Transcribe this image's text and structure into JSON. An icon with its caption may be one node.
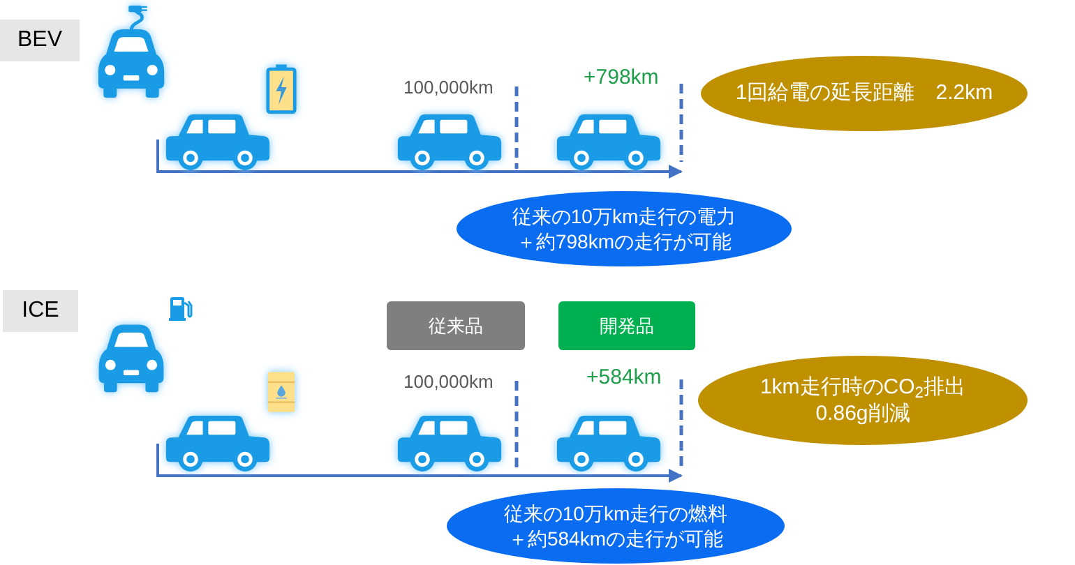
{
  "diagram": {
    "nodes": [
      {
        "text": [
          "BEV"
        ]
      },
      {
        "text": [
          "1回給電の延長距離　2.2km"
        ]
      },
      {
        "text": [
          "従来の10万km走行の電力＋約798kmの走行が可能"
        ]
      },
      {
        "text": [
          "ICE"
        ]
      },
      {
        "text": [
          "従来品"
        ]
      },
      {
        "text": [
          "開発品"
        ]
      },
      {
        "text": [
          "1km走行時のCO$_{2}$排出0.86g削減"
        ]
      },
      {
        "text": [
          "従来の10万km走行の燃料＋約584kmの走行が可能"
        ]
      }
    ],
    "labels": [
      "100,000km",
      "+798km",
      "100,000km",
      "+584km"
    ]
  }
}
